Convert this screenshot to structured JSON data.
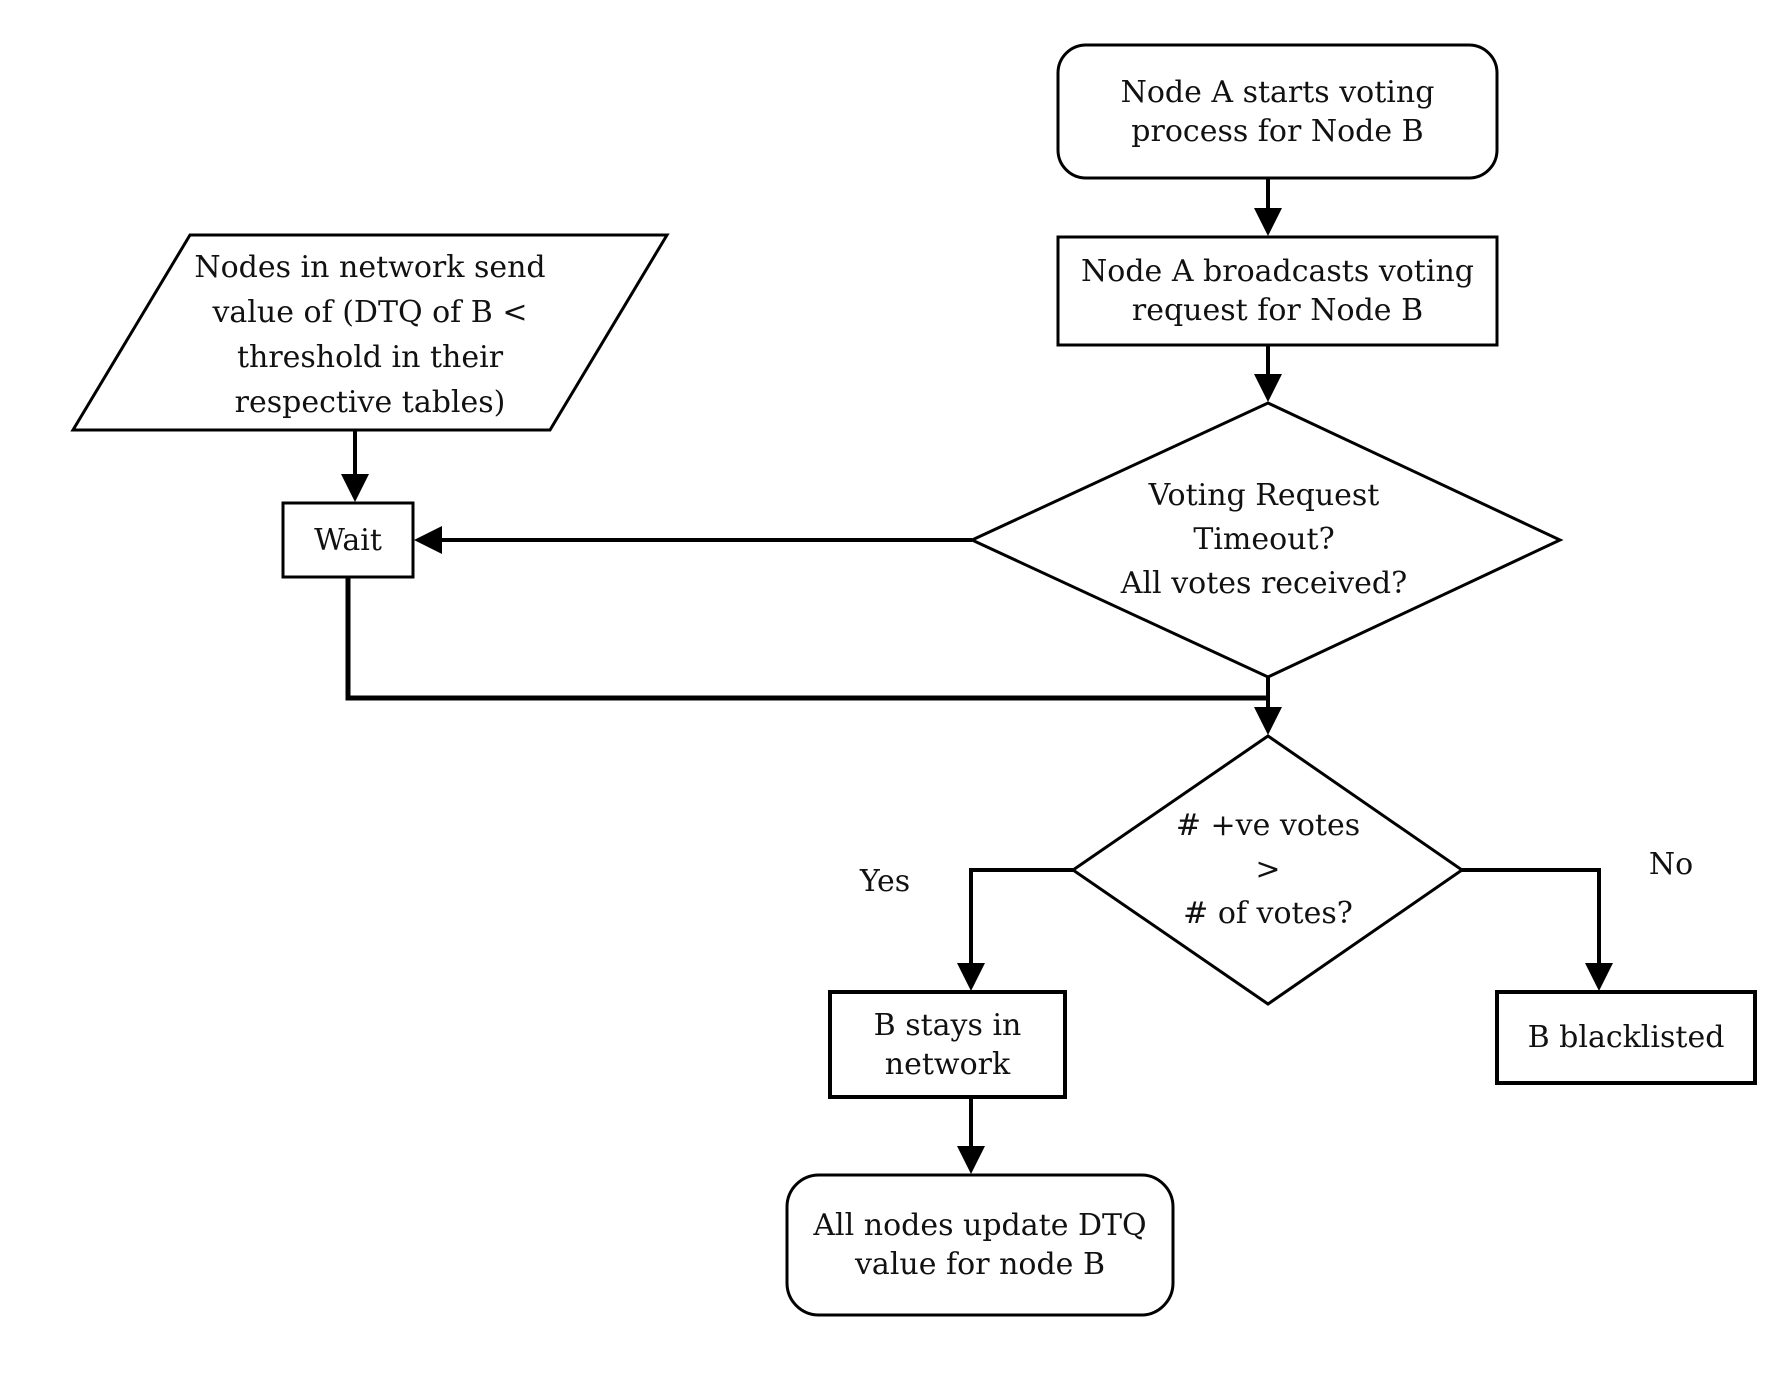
{
  "colors": {
    "stroke": "#000000",
    "background": "#ffffff",
    "text": "#111111"
  },
  "nodes": {
    "start": {
      "type": "terminator",
      "lines": [
        "Node A starts voting",
        "process for Node B"
      ]
    },
    "broadcast": {
      "type": "process",
      "lines": [
        "Node A broadcasts voting",
        "request for Node B"
      ]
    },
    "network_input": {
      "type": "data",
      "lines": [
        "Nodes in network send",
        "value of (DTQ of B <",
        "threshold in their",
        "respective tables)"
      ]
    },
    "wait": {
      "type": "process",
      "lines": [
        "Wait"
      ]
    },
    "timeout_decision": {
      "type": "decision",
      "lines": [
        "Voting Request",
        "Timeout?",
        "All votes received?"
      ]
    },
    "majority_decision": {
      "type": "decision",
      "lines": [
        "# +ve votes",
        ">",
        "# of votes?"
      ]
    },
    "stays": {
      "type": "process",
      "lines": [
        "B stays in",
        "network"
      ]
    },
    "blacklisted": {
      "type": "process",
      "lines": [
        "B blacklisted"
      ]
    },
    "update": {
      "type": "terminator",
      "lines": [
        "All nodes update DTQ",
        "value for node B"
      ]
    }
  },
  "edge_labels": {
    "yes": "Yes",
    "no": "No"
  },
  "edges": [
    {
      "from": "start",
      "to": "broadcast",
      "label": ""
    },
    {
      "from": "broadcast",
      "to": "timeout_decision",
      "label": ""
    },
    {
      "from": "timeout_decision",
      "to": "wait",
      "label": ""
    },
    {
      "from": "network_input",
      "to": "wait",
      "label": ""
    },
    {
      "from": "wait",
      "to": "majority_decision",
      "label": ""
    },
    {
      "from": "timeout_decision",
      "to": "majority_decision",
      "label": ""
    },
    {
      "from": "majority_decision",
      "to": "stays",
      "label": "Yes"
    },
    {
      "from": "majority_decision",
      "to": "blacklisted",
      "label": "No"
    },
    {
      "from": "stays",
      "to": "update",
      "label": ""
    }
  ]
}
